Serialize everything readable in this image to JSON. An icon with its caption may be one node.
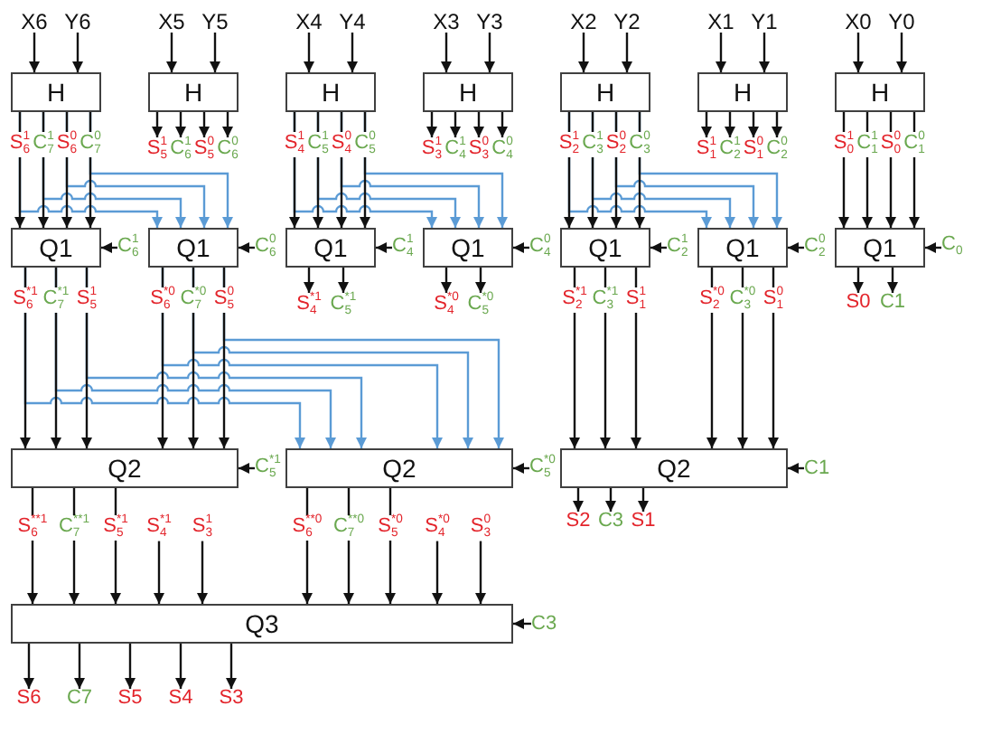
{
  "diagram": {
    "nodes": [
      {
        "text": [
          "X6"
        ]
      },
      {
        "text": [
          "Y6"
        ]
      },
      {
        "text": [
          "X5"
        ]
      },
      {
        "text": [
          "Y5"
        ]
      },
      {
        "text": [
          "X4"
        ]
      },
      {
        "text": [
          "Y4"
        ]
      },
      {
        "text": [
          "X3"
        ]
      },
      {
        "text": [
          "Y3"
        ]
      },
      {
        "text": [
          "X2"
        ]
      },
      {
        "text": [
          "Y2"
        ]
      },
      {
        "text": [
          "X1"
        ]
      },
      {
        "text": [
          "Y1"
        ]
      },
      {
        "text": [
          "X0"
        ]
      },
      {
        "text": [
          "Y0"
        ]
      },
      {
        "text": [
          "H"
        ]
      },
      {
        "text": [
          "H"
        ]
      },
      {
        "text": [
          "H"
        ]
      },
      {
        "text": [
          "H"
        ]
      },
      {
        "text": [
          "H"
        ]
      },
      {
        "text": [
          "H"
        ]
      },
      {
        "text": [
          "H"
        ]
      },
      {
        "text": [
          "S$_{5}$$^{1}$"
        ]
      },
      {
        "text": [
          "C$_{6}$$^{1}$"
        ]
      },
      {
        "text": [
          "S$_{5}$$^{0}$"
        ]
      },
      {
        "text": [
          "C$_{6}$$^{0}$"
        ]
      },
      {
        "text": [
          "S$_{3}$$^{1}$"
        ]
      },
      {
        "text": [
          "C$_{4}$$^{1}$"
        ]
      },
      {
        "text": [
          "S$_{3}$$^{0}$"
        ]
      },
      {
        "text": [
          "C$_{4}$$^{0}$"
        ]
      },
      {
        "text": [
          "S$_{1}$$^{1}$"
        ]
      },
      {
        "text": [
          "C$_{2}$$^{1}$"
        ]
      },
      {
        "text": [
          "S$_{1}$$^{0}$"
        ]
      },
      {
        "text": [
          "C$_{2}$$^{0}$"
        ]
      },
      {
        "text": [
          "Q1"
        ]
      },
      {
        "text": [
          "C$_{6}$$^{1}$"
        ]
      },
      {
        "text": [
          "Q1"
        ]
      },
      {
        "text": [
          "C$_{6}$$^{0}$"
        ]
      },
      {
        "text": [
          "Q1"
        ]
      },
      {
        "text": [
          "C$_{4}$$^{1}$"
        ]
      },
      {
        "text": [
          "Q1"
        ]
      },
      {
        "text": [
          "C$_{4}$$^{0}$"
        ]
      },
      {
        "text": [
          "Q1"
        ]
      },
      {
        "text": [
          "C$_{2}$$^{1}$"
        ]
      },
      {
        "text": [
          "Q1"
        ]
      },
      {
        "text": [
          "C$_{2}$$^{0}$"
        ]
      },
      {
        "text": [
          "Q1"
        ]
      },
      {
        "text": [
          "C$_{0}$"
        ]
      },
      {
        "text": [
          "S$_{4}$$^{*1}$"
        ]
      },
      {
        "text": [
          "C$_{5}$$^{*1}$"
        ]
      },
      {
        "text": [
          "S$_{4}$$^{*0}$"
        ]
      },
      {
        "text": [
          "C$_{5}$$^{*0}$"
        ]
      },
      {
        "text": [
          "S0"
        ]
      },
      {
        "text": [
          "C1"
        ]
      },
      {
        "text": [
          "Q2"
        ]
      },
      {
        "text": [
          "C$_{5}$$^{*1}$"
        ]
      },
      {
        "text": [
          "Q2"
        ]
      },
      {
        "text": [
          "C$_{5}$$^{*0}$"
        ]
      },
      {
        "text": [
          "Q2"
        ]
      },
      {
        "text": [
          "C1"
        ]
      },
      {
        "text": [
          "S$_{4}$$^{*1}$"
        ]
      },
      {
        "text": [
          "S$_{3}$$^{1}$"
        ]
      },
      {
        "text": [
          "S$_{4}$$^{*0}$"
        ]
      },
      {
        "text": [
          "S$_{3}$$^{0}$"
        ]
      },
      {
        "text": [
          "S2"
        ]
      },
      {
        "text": [
          "C3"
        ]
      },
      {
        "text": [
          "S1"
        ]
      },
      {
        "text": [
          "Q3"
        ]
      },
      {
        "text": [
          "C3"
        ]
      },
      {
        "text": [
          "S6"
        ]
      },
      {
        "text": [
          "C7"
        ]
      },
      {
        "text": [
          "S5"
        ]
      },
      {
        "text": [
          "S4"
        ]
      },
      {
        "text": [
          "S3"
        ]
      }
    ],
    "edges": [
      {
        "from": 0,
        "to": 14,
        "arrow": "to"
      },
      {
        "from": 1,
        "to": 14,
        "arrow": "to"
      },
      {
        "from": 2,
        "to": 15,
        "arrow": "to"
      },
      {
        "from": 3,
        "to": 15,
        "arrow": "to"
      },
      {
        "from": 4,
        "to": 16,
        "arrow": "to"
      },
      {
        "from": 5,
        "to": 16,
        "arrow": "to"
      },
      {
        "from": 6,
        "to": 17,
        "arrow": "to"
      },
      {
        "from": 7,
        "to": 17,
        "arrow": "to"
      },
      {
        "from": 8,
        "to": 18,
        "arrow": "to"
      },
      {
        "from": 9,
        "to": 18,
        "arrow": "to"
      },
      {
        "from": 10,
        "to": 19,
        "arrow": "to"
      },
      {
        "from": 11,
        "to": 19,
        "arrow": "to"
      },
      {
        "from": 12,
        "to": 20,
        "arrow": "to"
      },
      {
        "from": 13,
        "to": 20,
        "arrow": "to"
      },
      {
        "from": 14,
        "to": 33,
        "arrow": "to",
        "label": "S$_{6}$$^{1}$"
      },
      {
        "from": 14,
        "to": 33,
        "arrow": "to",
        "label": "C$_{7}$$^{1}$"
      },
      {
        "from": 14,
        "to": 33,
        "arrow": "to",
        "label": "S$_{6}$$^{0}$"
      },
      {
        "from": 14,
        "to": 33,
        "arrow": "to",
        "label": "C$_{7}$$^{0}$"
      },
      {
        "from": 14,
        "to": 35,
        "arrow": "to",
        "color": "#5b9bd5"
      },
      {
        "from": 14,
        "to": 35,
        "arrow": "to",
        "color": "#5b9bd5"
      },
      {
        "from": 14,
        "to": 35,
        "arrow": "to",
        "color": "#5b9bd5"
      },
      {
        "from": 14,
        "to": 35,
        "arrow": "to",
        "color": "#5b9bd5"
      },
      {
        "from": 15,
        "to": 21,
        "arrow": "to"
      },
      {
        "from": 15,
        "to": 22,
        "arrow": "to"
      },
      {
        "from": 15,
        "to": 23,
        "arrow": "to"
      },
      {
        "from": 15,
        "to": 24,
        "arrow": "to"
      },
      {
        "from": 16,
        "to": 37,
        "arrow": "to",
        "label": "S$_{4}$$^{1}$"
      },
      {
        "from": 16,
        "to": 37,
        "arrow": "to",
        "label": "C$_{5}$$^{1}$"
      },
      {
        "from": 16,
        "to": 37,
        "arrow": "to",
        "label": "S$_{4}$$^{0}$"
      },
      {
        "from": 16,
        "to": 37,
        "arrow": "to",
        "label": "C$_{5}$$^{0}$"
      },
      {
        "from": 16,
        "to": 39,
        "arrow": "to",
        "color": "#5b9bd5"
      },
      {
        "from": 16,
        "to": 39,
        "arrow": "to",
        "color": "#5b9bd5"
      },
      {
        "from": 16,
        "to": 39,
        "arrow": "to",
        "color": "#5b9bd5"
      },
      {
        "from": 16,
        "to": 39,
        "arrow": "to",
        "color": "#5b9bd5"
      },
      {
        "from": 17,
        "to": 25,
        "arrow": "to"
      },
      {
        "from": 17,
        "to": 26,
        "arrow": "to"
      },
      {
        "from": 17,
        "to": 27,
        "arrow": "to"
      },
      {
        "from": 17,
        "to": 28,
        "arrow": "to"
      },
      {
        "from": 18,
        "to": 41,
        "arrow": "to",
        "label": "S$_{2}$$^{1}$"
      },
      {
        "from": 18,
        "to": 41,
        "arrow": "to",
        "label": "C$_{3}$$^{1}$"
      },
      {
        "from": 18,
        "to": 41,
        "arrow": "to",
        "label": "S$_{2}$$^{0}$"
      },
      {
        "from": 18,
        "to": 41,
        "arrow": "to",
        "label": "C$_{3}$$^{0}$"
      },
      {
        "from": 18,
        "to": 43,
        "arrow": "to",
        "color": "#5b9bd5"
      },
      {
        "from": 18,
        "to": 43,
        "arrow": "to",
        "color": "#5b9bd5"
      },
      {
        "from": 18,
        "to": 43,
        "arrow": "to",
        "color": "#5b9bd5"
      },
      {
        "from": 18,
        "to": 43,
        "arrow": "to",
        "color": "#5b9bd5"
      },
      {
        "from": 19,
        "to": 29,
        "arrow": "to"
      },
      {
        "from": 19,
        "to": 30,
        "arrow": "to"
      },
      {
        "from": 19,
        "to": 31,
        "arrow": "to"
      },
      {
        "from": 19,
        "to": 32,
        "arrow": "to"
      },
      {
        "from": 20,
        "to": 45,
        "arrow": "to",
        "label": "S$_{0}$$^{1}$"
      },
      {
        "from": 20,
        "to": 45,
        "arrow": "to",
        "label": "C$_{1}$$^{1}$"
      },
      {
        "from": 20,
        "to": 45,
        "arrow": "to",
        "label": "S$_{0}$$^{0}$"
      },
      {
        "from": 20,
        "to": 45,
        "arrow": "to",
        "label": "C$_{1}$$^{0}$"
      },
      {
        "from": 34,
        "to": 33,
        "arrow": "to"
      },
      {
        "from": 36,
        "to": 35,
        "arrow": "to"
      },
      {
        "from": 38,
        "to": 37,
        "arrow": "to"
      },
      {
        "from": 40,
        "to": 39,
        "arrow": "to"
      },
      {
        "from": 42,
        "to": 41,
        "arrow": "to"
      },
      {
        "from": 44,
        "to": 43,
        "arrow": "to"
      },
      {
        "from": 46,
        "to": 45,
        "arrow": "to"
      },
      {
        "from": 33,
        "to": 53,
        "arrow": "to",
        "label": "S$_{6}$$^{*1}$"
      },
      {
        "from": 33,
        "to": 53,
        "arrow": "to",
        "label": "C$_{7}$$^{*1}$"
      },
      {
        "from": 33,
        "to": 53,
        "arrow": "to",
        "label": "S$_{5}$$^{1}$"
      },
      {
        "from": 33,
        "to": 55,
        "arrow": "to",
        "color": "#5b9bd5"
      },
      {
        "from": 33,
        "to": 55,
        "arrow": "to",
        "color": "#5b9bd5"
      },
      {
        "from": 33,
        "to": 55,
        "arrow": "to",
        "color": "#5b9bd5"
      },
      {
        "from": 35,
        "to": 53,
        "arrow": "to",
        "label": "S$_{6}$$^{*0}$"
      },
      {
        "from": 35,
        "to": 53,
        "arrow": "to",
        "label": "C$_{7}$$^{*0}$"
      },
      {
        "from": 35,
        "to": 53,
        "arrow": "to",
        "label": "S$_{5}$$^{0}$"
      },
      {
        "from": 35,
        "to": 55,
        "arrow": "to",
        "color": "#5b9bd5"
      },
      {
        "from": 35,
        "to": 55,
        "arrow": "to",
        "color": "#5b9bd5"
      },
      {
        "from": 35,
        "to": 55,
        "arrow": "to",
        "color": "#5b9bd5"
      },
      {
        "from": 37,
        "to": 47,
        "arrow": "to"
      },
      {
        "from": 37,
        "to": 48,
        "arrow": "to"
      },
      {
        "from": 39,
        "to": 49,
        "arrow": "to"
      },
      {
        "from": 39,
        "to": 50,
        "arrow": "to"
      },
      {
        "from": 41,
        "to": 57,
        "arrow": "to",
        "label": "S$_{2}$$^{*1}$"
      },
      {
        "from": 41,
        "to": 57,
        "arrow": "to",
        "label": "C$_{3}$$^{*1}$"
      },
      {
        "from": 41,
        "to": 57,
        "arrow": "to",
        "label": "S$_{1}$$^{1}$"
      },
      {
        "from": 43,
        "to": 57,
        "arrow": "to",
        "label": "S$_{2}$$^{*0}$"
      },
      {
        "from": 43,
        "to": 57,
        "arrow": "to",
        "label": "C$_{3}$$^{*0}$"
      },
      {
        "from": 43,
        "to": 57,
        "arrow": "to",
        "label": "S$_{1}$$^{0}$"
      },
      {
        "from": 45,
        "to": 51,
        "arrow": "to"
      },
      {
        "from": 45,
        "to": 52,
        "arrow": "to"
      },
      {
        "from": 54,
        "to": 53,
        "arrow": "to"
      },
      {
        "from": 56,
        "to": 55,
        "arrow": "to"
      },
      {
        "from": 58,
        "to": 57,
        "arrow": "to"
      },
      {
        "from": 53,
        "to": 66,
        "arrow": "to",
        "label": "S$_{6}$$^{**1}$"
      },
      {
        "from": 53,
        "to": 66,
        "arrow": "to",
        "label": "C$_{7}$$^{**1}$"
      },
      {
        "from": 53,
        "to": 66,
        "arrow": "to",
        "label": "S$_{5}$$^{*1}$"
      },
      {
        "from": 59,
        "to": 66,
        "arrow": "to"
      },
      {
        "from": 60,
        "to": 66,
        "arrow": "to"
      },
      {
        "from": 55,
        "to": 66,
        "arrow": "to",
        "label": "S$_{6}$$^{**0}$"
      },
      {
        "from": 55,
        "to": 66,
        "arrow": "to",
        "label": "C$_{7}$$^{**0}$"
      },
      {
        "from": 55,
        "to": 66,
        "arrow": "to",
        "label": "S$_{5}$$^{*0}$"
      },
      {
        "from": 61,
        "to": 66,
        "arrow": "to"
      },
      {
        "from": 62,
        "to": 66,
        "arrow": "to"
      },
      {
        "from": 57,
        "to": 63,
        "arrow": "to"
      },
      {
        "from": 57,
        "to": 64,
        "arrow": "to"
      },
      {
        "from": 57,
        "to": 65,
        "arrow": "to"
      },
      {
        "from": 67,
        "to": 66,
        "arrow": "to"
      },
      {
        "from": 66,
        "to": 68,
        "arrow": "to"
      },
      {
        "from": 66,
        "to": 69,
        "arrow": "to"
      },
      {
        "from": 66,
        "to": 70,
        "arrow": "to"
      },
      {
        "from": 66,
        "to": 71,
        "arrow": "to"
      },
      {
        "from": 66,
        "to": 72,
        "arrow": "to"
      }
    ]
  }
}
